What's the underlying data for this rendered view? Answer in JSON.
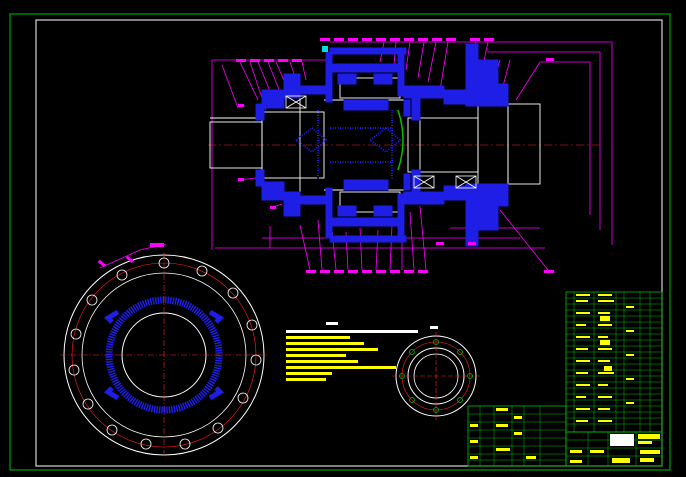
{
  "drawing": {
    "background": "#000000",
    "frame_color": "#00c000",
    "colors": {
      "magenta": "#ff00ff",
      "blue": "#1e1ee6",
      "white": "#ffffff",
      "red": "#ff2020",
      "yellow": "#ffff00",
      "green": "#00c000",
      "cyan": "#00e0e0"
    }
  },
  "views": {
    "main_section": "assembly-section-view",
    "flange_view": "flange-end-view",
    "small_flange_view": "small-flange-view",
    "notes_block": "technical-requirements",
    "title_block": "title-block",
    "parts_list": "parts-list-table",
    "revision_table": "revision-table"
  },
  "icons": {
    "center_mark": "crosshair-icon"
  }
}
